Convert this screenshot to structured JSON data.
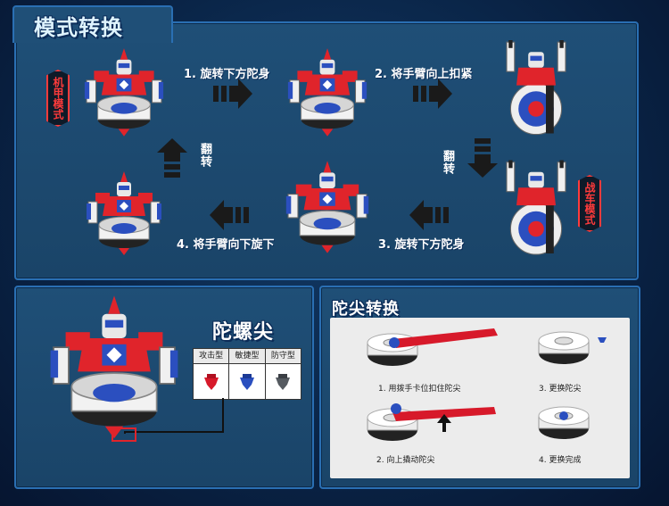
{
  "mode_switch": {
    "title": "模式转换",
    "mech_mode_label": "机甲模式",
    "chariot_mode_label": "战车模式",
    "steps": {
      "s1": "1. 旋转下方陀身",
      "s2": "2. 将手臂向上扣紧",
      "s3": "3. 旋转下方陀身",
      "s4": "4. 将手臂向下旋下",
      "flip_right": "翻转",
      "flip_left": "翻转"
    }
  },
  "tip_section": {
    "title": "陀螺尖",
    "types": [
      "攻击型",
      "敏捷型",
      "防守型"
    ],
    "colors": {
      "attack": "#d7192a",
      "agile": "#2a4fbf",
      "defense": "#555a60"
    }
  },
  "tip_switch": {
    "title": "陀尖转换",
    "steps": {
      "t1": "1. 用拨手卡位扣住陀尖",
      "t2": "2. 向上撬动陀尖",
      "t3": "3. 更换陀尖",
      "t4": "4. 更换完成"
    }
  },
  "colors": {
    "panel_border": "#2a6fb3",
    "accent_red": "#e0242b",
    "robot_blue": "#2b4fbf"
  }
}
